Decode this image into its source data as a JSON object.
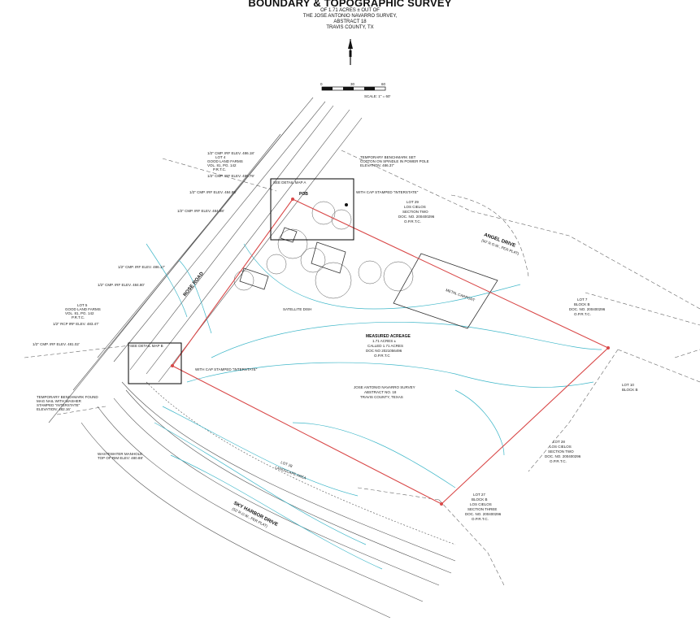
{
  "title": "BOUNDARY & TOPOGRAPHIC SURVEY",
  "subtitle_lines": [
    "OF 1.71 ACRES ± OUT OF",
    "THE JOSE ANTONIO NAVARRO SURVEY,",
    "ABSTRACT 18",
    "TRAVIS COUNTY, TX"
  ],
  "scale_bar": {
    "ticks": [
      "0",
      "30",
      "60"
    ],
    "note": "SCALE: 1\" = 60'"
  },
  "streets": {
    "rose_road": "ROSE ROAD",
    "angel_drive": "ANGEL DRIVE",
    "angel_drive_row": "(50' R.O.W., PER PLAT)",
    "sky_harbor_drive": "SKY HARBOR DRIVE",
    "sky_harbor_row": "(50' R.O.W., PER PLAT)"
  },
  "labels": {
    "pob": "POB",
    "see_detail_a": "SEE DETAIL MAP A",
    "see_detail_b": "SEE DETAIL MAP B",
    "cap_a": "WITH CAP STAMPED \"INTERSTATE\"",
    "cap_b": "WITH CAP STAMPED \"INTERSTATE\"",
    "temp_bm_1": "TEMPORARY BENCHMARK SET",
    "temp_bm_1b": "COTTON ON SPINDLE IN POWER POLE",
    "temp_bm_1c": "ELEVATION: 486.37'",
    "temp_bm_2": "TEMPORARY BENCHMARK FOUND",
    "temp_bm_2b": "MAG NAIL WITH WASHER",
    "temp_bm_2c": "STAMPED \"INTERSTATE\"",
    "temp_bm_2d": "ELEVATION: 482.16'",
    "wastewater": "WASTEWATER MANHOLE",
    "wastewater_b": "TOP OF RIM ELEV: 480.88'",
    "satellite": "SATELLITE DISH",
    "metal_carport": "METAL CARPORT",
    "lot4": "LOT 4",
    "good_land_farms_1": "GOOD LAND FARMS",
    "good_land_vol_1": "VOL. 81, PG. 142",
    "good_land_prtc_1": "P.R.T.C.",
    "lot5": "LOT 5",
    "good_land_farms_2": "GOOD LAND FARMS",
    "good_land_vol_2": "VOL. 81, PG. 142",
    "good_land_prtc_2": "P.R.T.C.",
    "measured_acreage": "MEASURED ACREAGE",
    "acres": "1.71 ACRES ±",
    "called": "CALLED 1.71 ACRES",
    "doc": "DOC NO 2021056496",
    "oprtc": "O.P.R.T.C",
    "survey_1": "JOSE ANTONIO NAVARRO SURVEY",
    "survey_2": "ABSTRACT NO. 18",
    "survey_3": "TRAVIS COUNTY, TEXAS",
    "lot7": "LOT 7",
    "block_b": "BLOCK B",
    "lot7_doc": "DOC. NO. 200400296",
    "lot7_prtc": "O.P.R.T.C.",
    "lot10": "LOT 10",
    "lot10_block": "BLOCK B",
    "lot_right_1": "LOT 28",
    "lot_right_1b": "LOS CIELOS",
    "lot_right_1c": "SECTION TWO",
    "lot_right_1d": "DOC. NO. 200400296",
    "lot_right_1e": "O.P.R.T.C.",
    "lot_bottom": "LOT 27",
    "lot_bottom_b": "BLOCK B",
    "lot_bottom_c": "LOS CIELOS",
    "lot_bottom_d": "SECTION THREE",
    "lot_bottom_e": "DOC. NO. 200400296",
    "lot_bottom_f": "O.P.R.T.C.",
    "lot_top": "LOT 29",
    "lot_top_b": "LOS CIELOS",
    "lot_top_c": "SECTION TWO",
    "lot_top_d": "DOC. NO. 200400296",
    "lot_top_e": "O.P.R.T.C.",
    "landscape": "LOT 28",
    "landscape_b": "LANDSCAPE AREA",
    "cmp_1": "1/2\" CMP. IRF ELEV. 486.18'",
    "cmp_2": "1/2\" CMP. IRF ELEV. 485.79'",
    "cmp_3": "1/2\" CMP. IRF ELEV. 484.85'",
    "cmp_4": "1/2\" CMP. IRF ELEV. 484.98'",
    "cmp_5": "1/2\" CMP. IRF ELEV. 486.17'",
    "cmp_6": "1/2\" CMP. IRF ELEV. 484.80'",
    "cmp_7": "1/2\" RCP IRF ELEV. 483.47'",
    "cmp_8": "1/2\" CMP. IRF ELEV. 481.02'"
  },
  "colors": {
    "boundary": "#d94848",
    "contour": "#3fb7c9",
    "linework": "#444444",
    "detail_box": "#000000"
  }
}
